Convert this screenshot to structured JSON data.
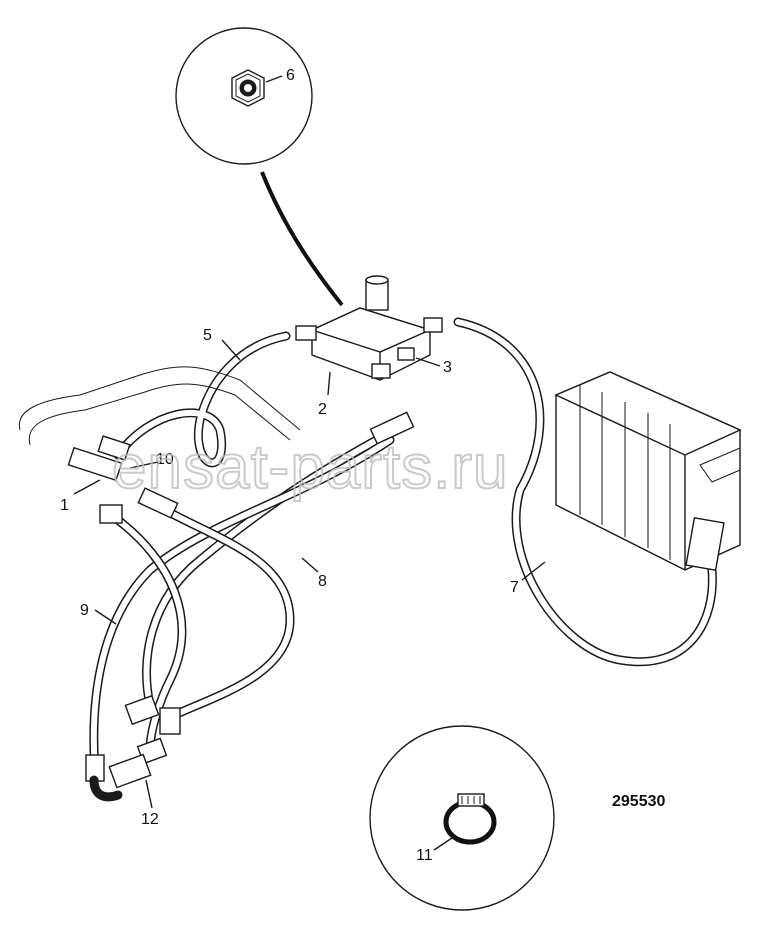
{
  "watermark": "ensat-parts.ru",
  "drawing_number": "295530",
  "callouts": {
    "c1": "1",
    "c2": "2",
    "c3": "3",
    "c5": "5",
    "c6": "6",
    "c7": "7",
    "c8": "8",
    "c9": "9",
    "c10": "10",
    "c11": "11",
    "c12": "12"
  }
}
